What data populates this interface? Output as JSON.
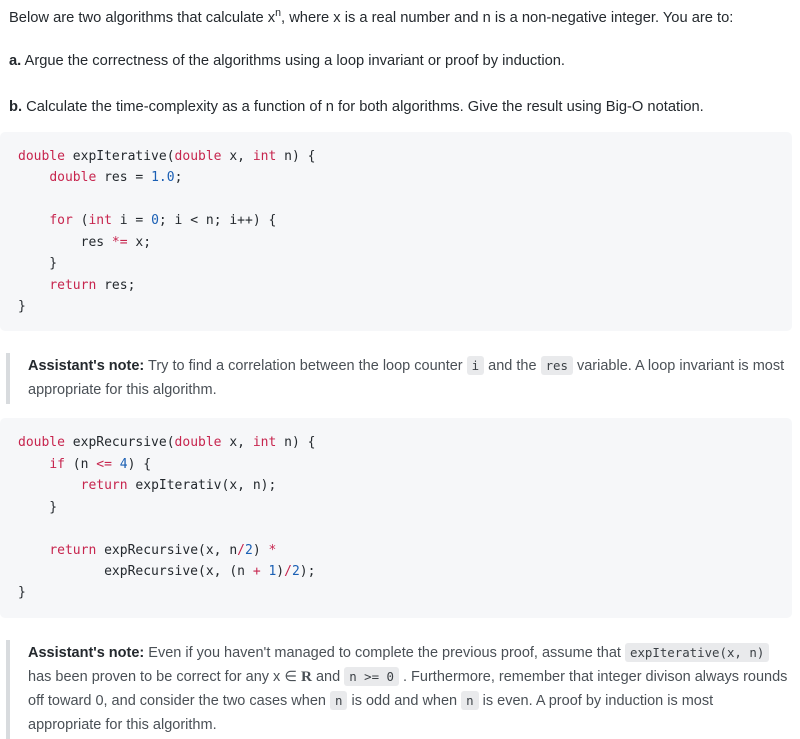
{
  "colors": {
    "page_background": "#ffffff",
    "body_text": "#24292e",
    "code_block_background": "#f6f7f9",
    "keyword": "#c7254e",
    "number": "#1a5fb4",
    "note_border": "#d8dbde",
    "inline_code_background": "#e9eaec",
    "note_text": "#4a5056"
  },
  "intro": {
    "before_sup": "Below are two algorithms that calculate x",
    "superscript": "n",
    "after_sup": ", where x is a real number and n is a non-negative integer. You are to:"
  },
  "tasks": [
    {
      "label": "a.",
      "text": "Argue the correctness of the algorithms using a loop invariant or proof by induction."
    },
    {
      "label": "b.",
      "text": "Calculate the time-complexity as a function of n for both algorithms. Give the result using Big-O notation."
    }
  ],
  "code_blocks": [
    {
      "name": "expIterative",
      "language": "java",
      "lines": [
        [
          {
            "t": "double",
            "c": "kw"
          },
          {
            "t": " expIterative(",
            "c": "plain"
          },
          {
            "t": "double",
            "c": "kw"
          },
          {
            "t": " x, ",
            "c": "plain"
          },
          {
            "t": "int",
            "c": "kw"
          },
          {
            "t": " n) {",
            "c": "plain"
          }
        ],
        [
          {
            "t": "    ",
            "c": "plain"
          },
          {
            "t": "double",
            "c": "kw"
          },
          {
            "t": " res = ",
            "c": "plain"
          },
          {
            "t": "1.0",
            "c": "num"
          },
          {
            "t": ";",
            "c": "plain"
          }
        ],
        [],
        [
          {
            "t": "    ",
            "c": "plain"
          },
          {
            "t": "for",
            "c": "kw"
          },
          {
            "t": " (",
            "c": "plain"
          },
          {
            "t": "int",
            "c": "kw"
          },
          {
            "t": " i = ",
            "c": "plain"
          },
          {
            "t": "0",
            "c": "num"
          },
          {
            "t": "; i < n; i++) {",
            "c": "plain"
          }
        ],
        [
          {
            "t": "        res ",
            "c": "plain"
          },
          {
            "t": "*=",
            "c": "op"
          },
          {
            "t": " x;",
            "c": "plain"
          }
        ],
        [
          {
            "t": "    }",
            "c": "plain"
          }
        ],
        [
          {
            "t": "    ",
            "c": "plain"
          },
          {
            "t": "return",
            "c": "kw"
          },
          {
            "t": " res;",
            "c": "plain"
          }
        ],
        [
          {
            "t": "}",
            "c": "plain"
          }
        ]
      ]
    },
    {
      "name": "expRecursive",
      "language": "java",
      "lines": [
        [
          {
            "t": "double",
            "c": "kw"
          },
          {
            "t": " expRecursive(",
            "c": "plain"
          },
          {
            "t": "double",
            "c": "kw"
          },
          {
            "t": " x, ",
            "c": "plain"
          },
          {
            "t": "int",
            "c": "kw"
          },
          {
            "t": " n) {",
            "c": "plain"
          }
        ],
        [
          {
            "t": "    ",
            "c": "plain"
          },
          {
            "t": "if",
            "c": "kw"
          },
          {
            "t": " (n ",
            "c": "plain"
          },
          {
            "t": "<=",
            "c": "op"
          },
          {
            "t": " ",
            "c": "plain"
          },
          {
            "t": "4",
            "c": "num"
          },
          {
            "t": ") {",
            "c": "plain"
          }
        ],
        [
          {
            "t": "        ",
            "c": "plain"
          },
          {
            "t": "return",
            "c": "kw"
          },
          {
            "t": " expIterativ(x, n);",
            "c": "plain"
          }
        ],
        [
          {
            "t": "    }",
            "c": "plain"
          }
        ],
        [],
        [
          {
            "t": "    ",
            "c": "plain"
          },
          {
            "t": "return",
            "c": "kw"
          },
          {
            "t": " expRecursive(x, n",
            "c": "plain"
          },
          {
            "t": "/",
            "c": "op"
          },
          {
            "t": "2",
            "c": "num"
          },
          {
            "t": ") ",
            "c": "plain"
          },
          {
            "t": "*",
            "c": "op"
          }
        ],
        [
          {
            "t": "           expRecursive(x, (n ",
            "c": "plain"
          },
          {
            "t": "+",
            "c": "op"
          },
          {
            "t": " ",
            "c": "plain"
          },
          {
            "t": "1",
            "c": "num"
          },
          {
            "t": ")",
            "c": "plain"
          },
          {
            "t": "/",
            "c": "op"
          },
          {
            "t": "2",
            "c": "num"
          },
          {
            "t": ");",
            "c": "plain"
          }
        ],
        [
          {
            "t": "}",
            "c": "plain"
          }
        ]
      ]
    }
  ],
  "notes": [
    {
      "label": "Assistant's note:",
      "parts": [
        {
          "kind": "text",
          "v": " Try to find a correlation between the loop counter "
        },
        {
          "kind": "code",
          "v": "i"
        },
        {
          "kind": "text",
          "v": " and the "
        },
        {
          "kind": "code",
          "v": "res"
        },
        {
          "kind": "text",
          "v": " variable. A loop invariant is most appropriate for this algorithm."
        }
      ]
    },
    {
      "label": "Assistant's note:",
      "parts": [
        {
          "kind": "text",
          "v": " Even if you haven't managed to complete the previous proof, assume that "
        },
        {
          "kind": "code",
          "v": "expIterative(x, n)"
        },
        {
          "kind": "text",
          "v": " has been proven to be correct for any x ∈ "
        },
        {
          "kind": "bbR",
          "v": "R"
        },
        {
          "kind": "text",
          "v": " and "
        },
        {
          "kind": "code",
          "v": "n >= 0"
        },
        {
          "kind": "text",
          "v": " . Furthermore, remember that integer divison always rounds off toward 0, and consider the two cases when "
        },
        {
          "kind": "code",
          "v": "n"
        },
        {
          "kind": "text",
          "v": " is odd and when "
        },
        {
          "kind": "code",
          "v": "n"
        },
        {
          "kind": "text",
          "v": " is even. A proof by induction is most appropriate for this algorithm."
        }
      ]
    }
  ]
}
